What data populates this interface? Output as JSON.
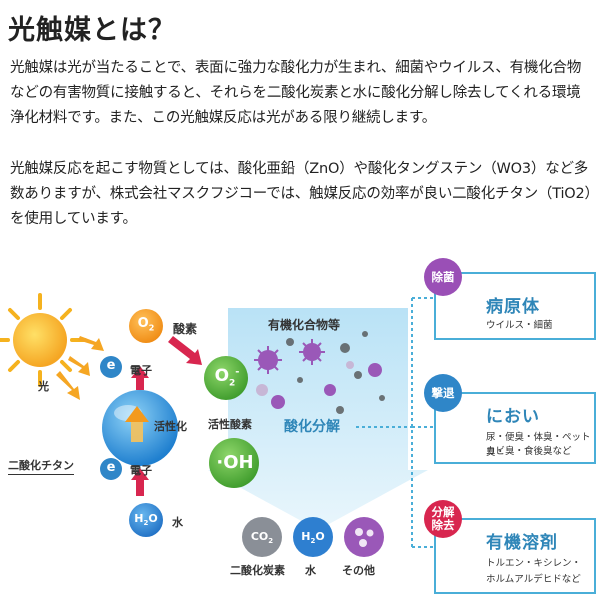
{
  "title": "光触媒とは？",
  "paragraph1": "光触媒は光が当たることで、表面に強力な酸化力が生まれ、細菌やウイルス、有機化合物などの有害物質に接触すると、それらを二酸化炭素と水に酸化分解し除去してくれる環境浄化材料です。また、この光触媒反応は光がある限り継続します。",
  "paragraph2": "光触媒反応を起こす物質としては、酸化亜鉛（ZnO）や酸化タングステン（WO3）など多数ありますが、株式会社マスクフジコーでは、触媒反応の効率が良い二酸化チタン（TiO2）を使用しています。",
  "diagram": {
    "light_label": "光",
    "electron_symbol": "e",
    "electron_label": "電子",
    "o2": "O",
    "o2_sub": "2",
    "oxygen_label": "酸素",
    "activation_label": "活性化",
    "tio2_label": "二酸化チタン",
    "h2o": "H",
    "h2o_sub": "2",
    "h2o_o": "O",
    "water_label": "水",
    "o2minus": "O",
    "o2minus_sub": "2",
    "o2minus_sup": "-",
    "active_oxygen_label": "活性酸素",
    "oh": "·OH",
    "organic_label": "有機化合物等",
    "oxidation_label": "酸化分解",
    "outputs": [
      {
        "main": "CO",
        "sub": "2",
        "label": "二酸化炭素",
        "color": "#8a8f97"
      },
      {
        "main": "H",
        "sub": "2",
        "tail": "O",
        "label": "水",
        "color": "#2e7fd0"
      },
      {
        "label": "その他",
        "color": "#9a58b8"
      }
    ]
  },
  "cards": [
    {
      "badge": "除菌",
      "badge_color": "#9a4fb6",
      "title": "病原体",
      "sub1": "ウイルス・細菌",
      "sub2": ""
    },
    {
      "badge": "撃退",
      "badge_color": "#2f86c8",
      "title": "におい",
      "sub1": "尿・便臭・体臭・ペット臭・",
      "sub2": "カビ臭・食後臭など"
    },
    {
      "badge": "分解\n除去",
      "badge_color": "#d8264f",
      "title": "有機溶剤",
      "sub1": "トルエン・キシレン・",
      "sub2": "ホルムアルデヒドなど"
    }
  ],
  "colors": {
    "accent_blue": "#2f86b8",
    "card_border": "#4aaed8",
    "orange": "#f39a1e",
    "green": "#5ab43c",
    "red_arrow": "#d8264f",
    "purple": "#9a58b8"
  }
}
